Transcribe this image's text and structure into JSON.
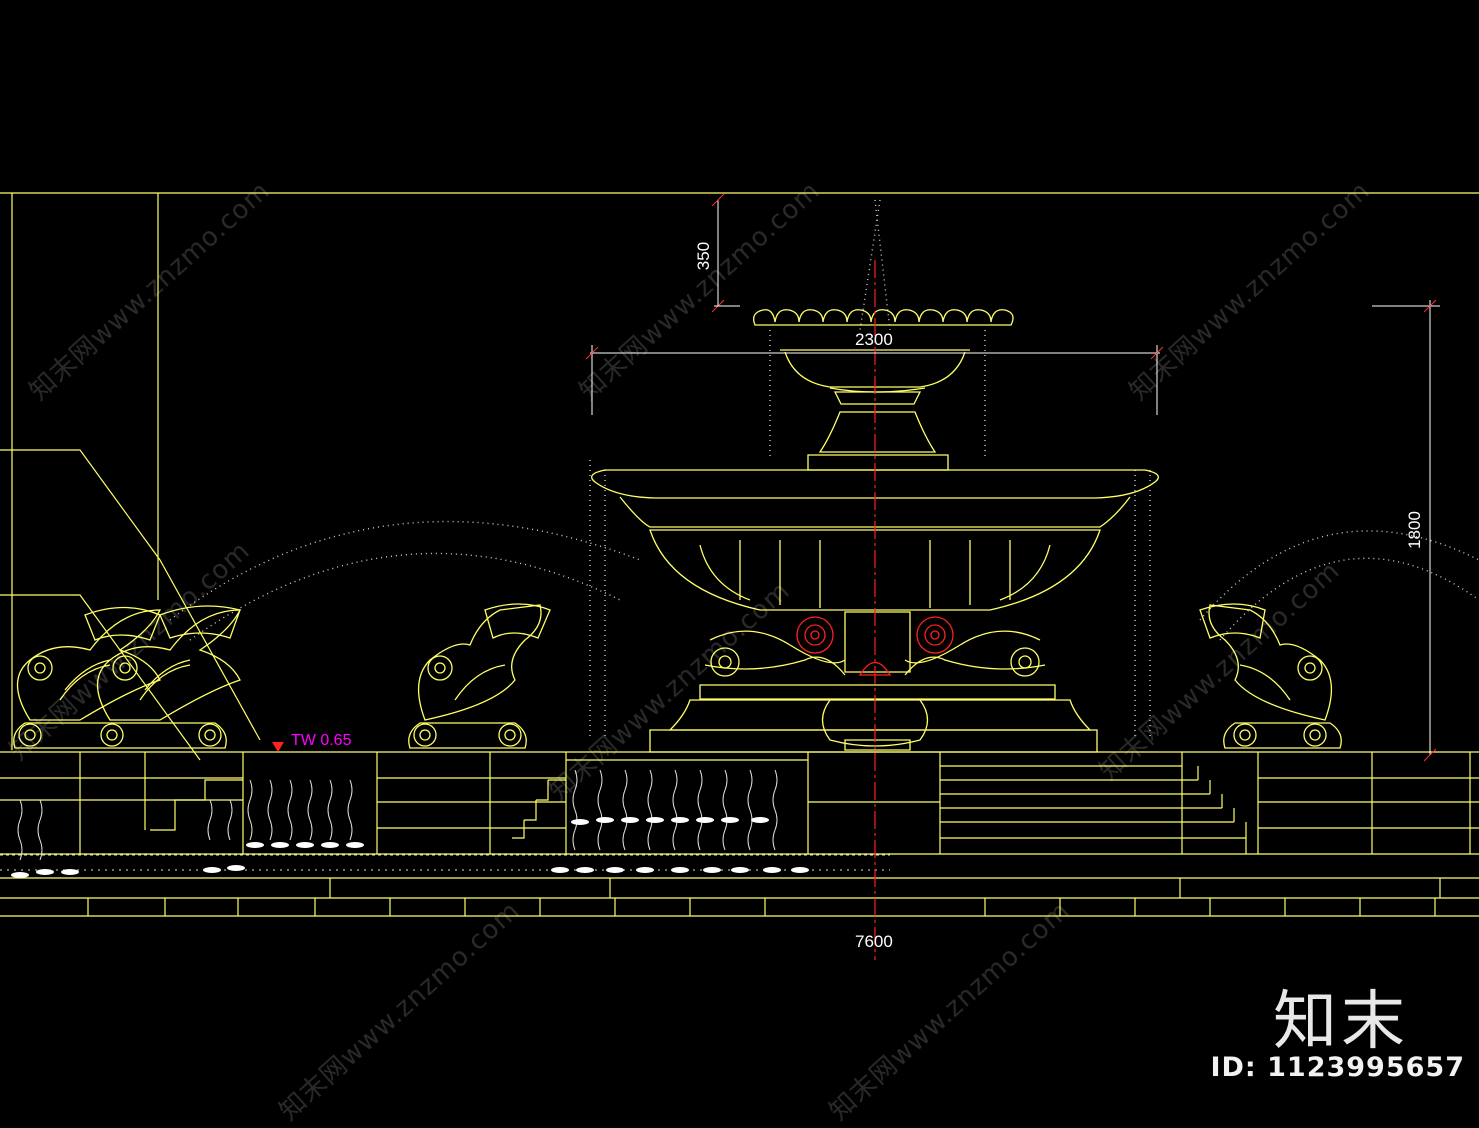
{
  "dimensions": {
    "top_height": "350",
    "basin_width": "2300",
    "total_height": "1800",
    "total_width": "7600"
  },
  "water_level_label": "TW 0.65",
  "watermark_text": "知末网www.znzmo.com",
  "brand": {
    "logo": "知末",
    "id_label": "ID: 1123995657"
  },
  "colors": {
    "background": "#000000",
    "linework": "#ffff66",
    "water": "#ffffff",
    "centerline": "#ff2020",
    "medallion": "#ff2020",
    "water_level": "#ff00ff"
  }
}
